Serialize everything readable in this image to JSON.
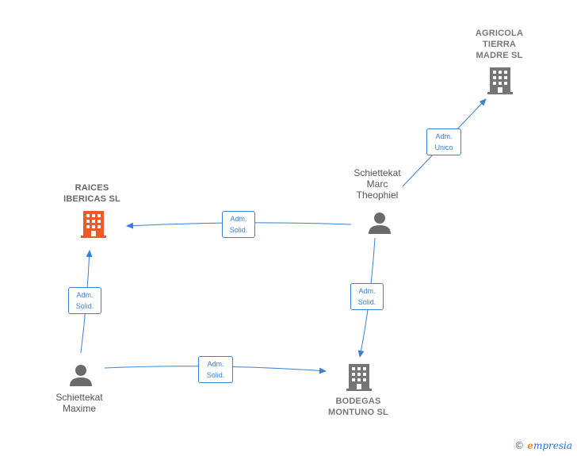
{
  "nodes": {
    "agricola": {
      "label": "AGRICOLA\nTIERRA\nMADRE  SL",
      "kind": "company"
    },
    "raices": {
      "label": "RAICES\nIBERICAS  SL",
      "kind": "company-focus"
    },
    "bodegas": {
      "label": "BODEGAS\nMONTUNO  SL",
      "kind": "company"
    },
    "marc": {
      "label": "Schiettekat\nMarc\nTheophiel",
      "kind": "person"
    },
    "maxime": {
      "label": "Schiettekat\nMaxime",
      "kind": "person"
    }
  },
  "edges": [
    {
      "id": "marc-agricola",
      "label": "Adm.\nUnico"
    },
    {
      "id": "marc-raices",
      "label": "Adm.\nSolid."
    },
    {
      "id": "marc-bodegas",
      "label": "Adm.\nSolid."
    },
    {
      "id": "maxime-raices",
      "label": "Adm.\nSolid."
    },
    {
      "id": "maxime-bodegas",
      "label": "Adm.\nSolid."
    }
  ],
  "colors": {
    "edge": "#3a7fd5",
    "company_icon": "#757575",
    "focus_icon": "#f05a28",
    "person_icon": "#6b6b6b"
  },
  "brand": {
    "copyright": "©",
    "name_initial": "e",
    "name_rest": "mpresia"
  }
}
